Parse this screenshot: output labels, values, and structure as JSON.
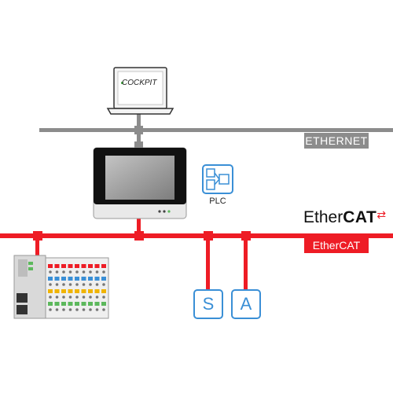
{
  "networks": {
    "ethernet_label": "ETHERNET",
    "ethercat_label": "EtherCAT",
    "ethercat_logo_part1": "Ether",
    "ethercat_logo_part2": "CAT"
  },
  "devices": {
    "cockpit_label": "COCKPIT",
    "plc_label": "PLC",
    "servo_letter": "S",
    "actuator_letter": "A"
  },
  "colors": {
    "ethernet": "#8c8c8c",
    "ethercat": "#ee1c25",
    "icon_blue": "#3a8fd6"
  }
}
